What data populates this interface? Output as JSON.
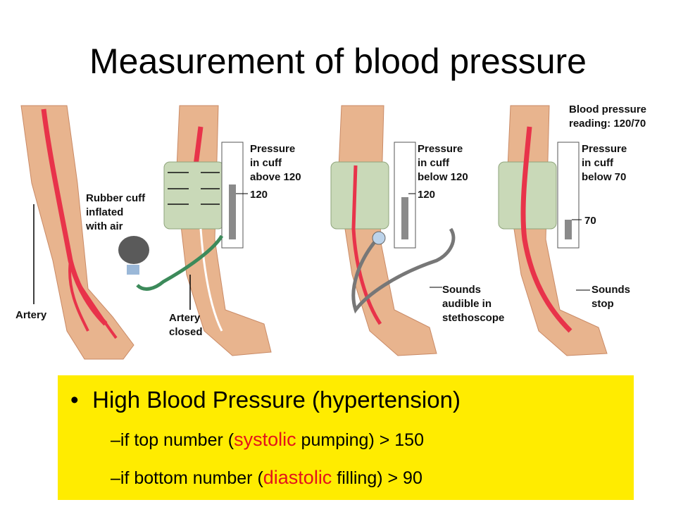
{
  "title": "Measurement of blood pressure",
  "labels": {
    "artery": "Artery",
    "cuff": [
      "Rubber cuff",
      "inflated",
      "with air"
    ],
    "closed": [
      "Artery",
      "closed"
    ],
    "panel2": [
      "Pressure",
      "in cuff",
      "above 120"
    ],
    "panel3": [
      "Pressure",
      "in cuff",
      "below 120"
    ],
    "panel4": [
      "Pressure",
      "in cuff",
      "below 70"
    ],
    "reading": [
      "Blood pressure",
      "reading: 120/70"
    ],
    "tick120a": "120",
    "tick120b": "120",
    "tick70": "70",
    "sounds_audible": [
      "Sounds",
      "audible in",
      "stethoscope"
    ],
    "sounds_stop": [
      "Sounds",
      "stop"
    ]
  },
  "bullet": {
    "marker": "•",
    "main": "High Blood Pressure (hypertension)",
    "sub1": {
      "dash": "–",
      "pre": "if top number (",
      "term": "systolic",
      "post": " pumping) > 150"
    },
    "sub2": {
      "dash": "–",
      "pre": "if bottom number (",
      "term": "diastolic",
      "post": " filling) > 90"
    }
  },
  "colors": {
    "highlight": "#ffec00",
    "term": "#e3141b",
    "artery": "#e8334a",
    "cuff": "#c9d9b8",
    "skin": "#e8b48e"
  }
}
